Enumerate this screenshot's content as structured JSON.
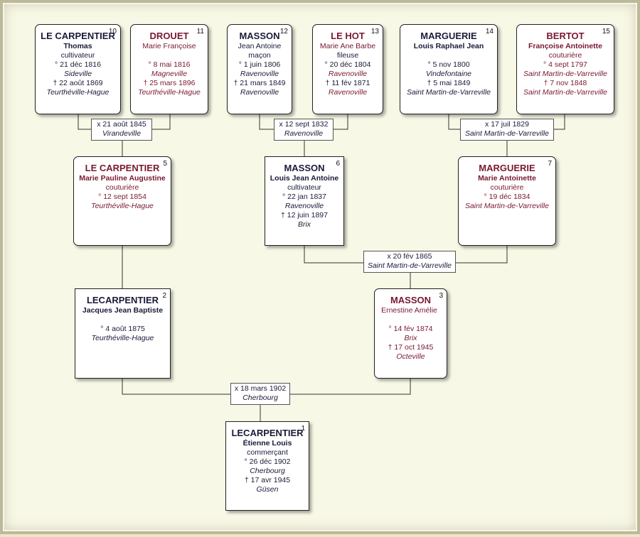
{
  "persons": {
    "p10": {
      "num": "10",
      "surname": "LE CARPENTIER",
      "given": "Thomas",
      "occupation": "cultivateur",
      "birth": "° 21 déc 1816",
      "birth_place": "Sideville",
      "death": "† 22 août 1869",
      "death_place": "Teurthéville-Hague"
    },
    "p11": {
      "num": "11",
      "surname": "DROUET",
      "given": "Marie Françoise",
      "birth": "° 8 mai 1816",
      "birth_place": "Magneville",
      "death": "† 25 mars 1896",
      "death_place": "Teurthéville-Hague"
    },
    "p12": {
      "num": "12",
      "surname": "MASSON",
      "given": "Jean Antoine",
      "occupation": "maçon",
      "birth": "° 1 juin 1806",
      "birth_place": "Ravenoville",
      "death": "† 21 mars 1849",
      "death_place": "Ravenoville"
    },
    "p13": {
      "num": "13",
      "surname": "LE HOT",
      "given": "Marie Ane Barbe",
      "occupation": "fileuse",
      "birth": "° 20 déc 1804",
      "birth_place": "Ravenoville",
      "death": "† 11 fév 1871",
      "death_place": "Ravenoville"
    },
    "p14": {
      "num": "14",
      "surname": "MARGUERIE",
      "given": "Louis Raphael Jean",
      "birth": "° 5 nov 1800",
      "birth_place": "Vindefontaine",
      "death": "† 5 mai 1849",
      "death_place": "Saint Martin-de-Varreville"
    },
    "p15": {
      "num": "15",
      "surname": "BERTOT",
      "given": "Françoise Antoinette",
      "occupation": "couturière",
      "birth": "° 4 sept 1797",
      "birth_place": "Saint Martin-de-Varreville",
      "death": "† 7 nov 1848",
      "death_place": "Saint Martin-de-Varreville"
    },
    "p5": {
      "num": "5",
      "surname": "LE CARPENTIER",
      "given": "Marie Pauline Augustine",
      "occupation": "couturière",
      "birth": "° 12 sept 1854",
      "birth_place": "Teurthéville-Hague"
    },
    "p6": {
      "num": "6",
      "surname": "MASSON",
      "given": "Louis Jean Antoine",
      "occupation": "cultivateur",
      "birth": "° 22 jan 1837",
      "birth_place": "Ravenoville",
      "death": "† 12 juin 1897",
      "death_place": "Brix"
    },
    "p7": {
      "num": "7",
      "surname": "MARGUERIE",
      "given": "Marie Antoinette",
      "occupation": "couturière",
      "birth": "° 19 déc 1834",
      "birth_place": "Saint Martin-de-Varreville"
    },
    "p2": {
      "num": "2",
      "surname": "LECARPENTIER",
      "given": "Jacques Jean Baptiste",
      "birth": "° 4 août 1875",
      "birth_place": "Teurthéville-Hague"
    },
    "p3": {
      "num": "3",
      "surname": "MASSON",
      "given": "Ernestine Amélie",
      "birth": "° 14 fév 1874",
      "birth_place": "Brix",
      "death": "† 17 oct 1945",
      "death_place": "Octeville"
    },
    "p1": {
      "num": "1",
      "surname": "LECARPENTIER",
      "given": "Étienne Louis",
      "occupation": "commerçant",
      "birth": "° 26 déc 1902",
      "birth_place": "Cherbourg",
      "death": "† 17 avr 1945",
      "death_place": "Güsen"
    }
  },
  "marriages": {
    "m10_11": {
      "date": "x 21 août 1845",
      "place": "Virandeville"
    },
    "m12_13": {
      "date": "x 12 sept 1832",
      "place": "Ravenoville"
    },
    "m14_15": {
      "date": "x 17 juil 1829",
      "place": "Saint Martin-de-Varreville"
    },
    "m6_7": {
      "date": "x 20 fév 1865",
      "place": "Saint Martin-de-Varreville"
    },
    "m2_3": {
      "date": "x 18 mars 1902",
      "place": "Cherbourg"
    }
  }
}
